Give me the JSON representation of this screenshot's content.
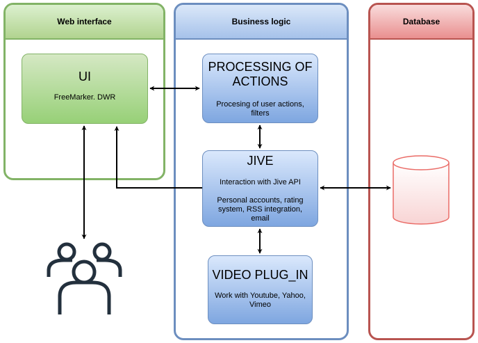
{
  "lanes": {
    "web": "Web interface",
    "business": "Business logic",
    "database": "Database"
  },
  "nodes": {
    "ui": {
      "title": "UI",
      "desc": "FreeMarker. DWR"
    },
    "processing": {
      "title": "PROCESSING OF ACTIONS",
      "desc": "Procesing of user actions, filters"
    },
    "jive": {
      "title": "JIVE",
      "desc1": "Interaction with Jive API",
      "desc2": "Personal accounts, rating system, RSS integration, email"
    },
    "video": {
      "title": "VIDEO PLUG_IN",
      "desc": "Work with Youtube, Yahoo, Vimeo"
    }
  },
  "icons": {
    "users": "users-icon",
    "database": "database-cylinder-icon"
  },
  "colors": {
    "green_stroke": "#82b366",
    "blue_stroke": "#6c8ebf",
    "red_stroke": "#b85450",
    "users_stroke": "#23303d",
    "connector": "#000000"
  }
}
